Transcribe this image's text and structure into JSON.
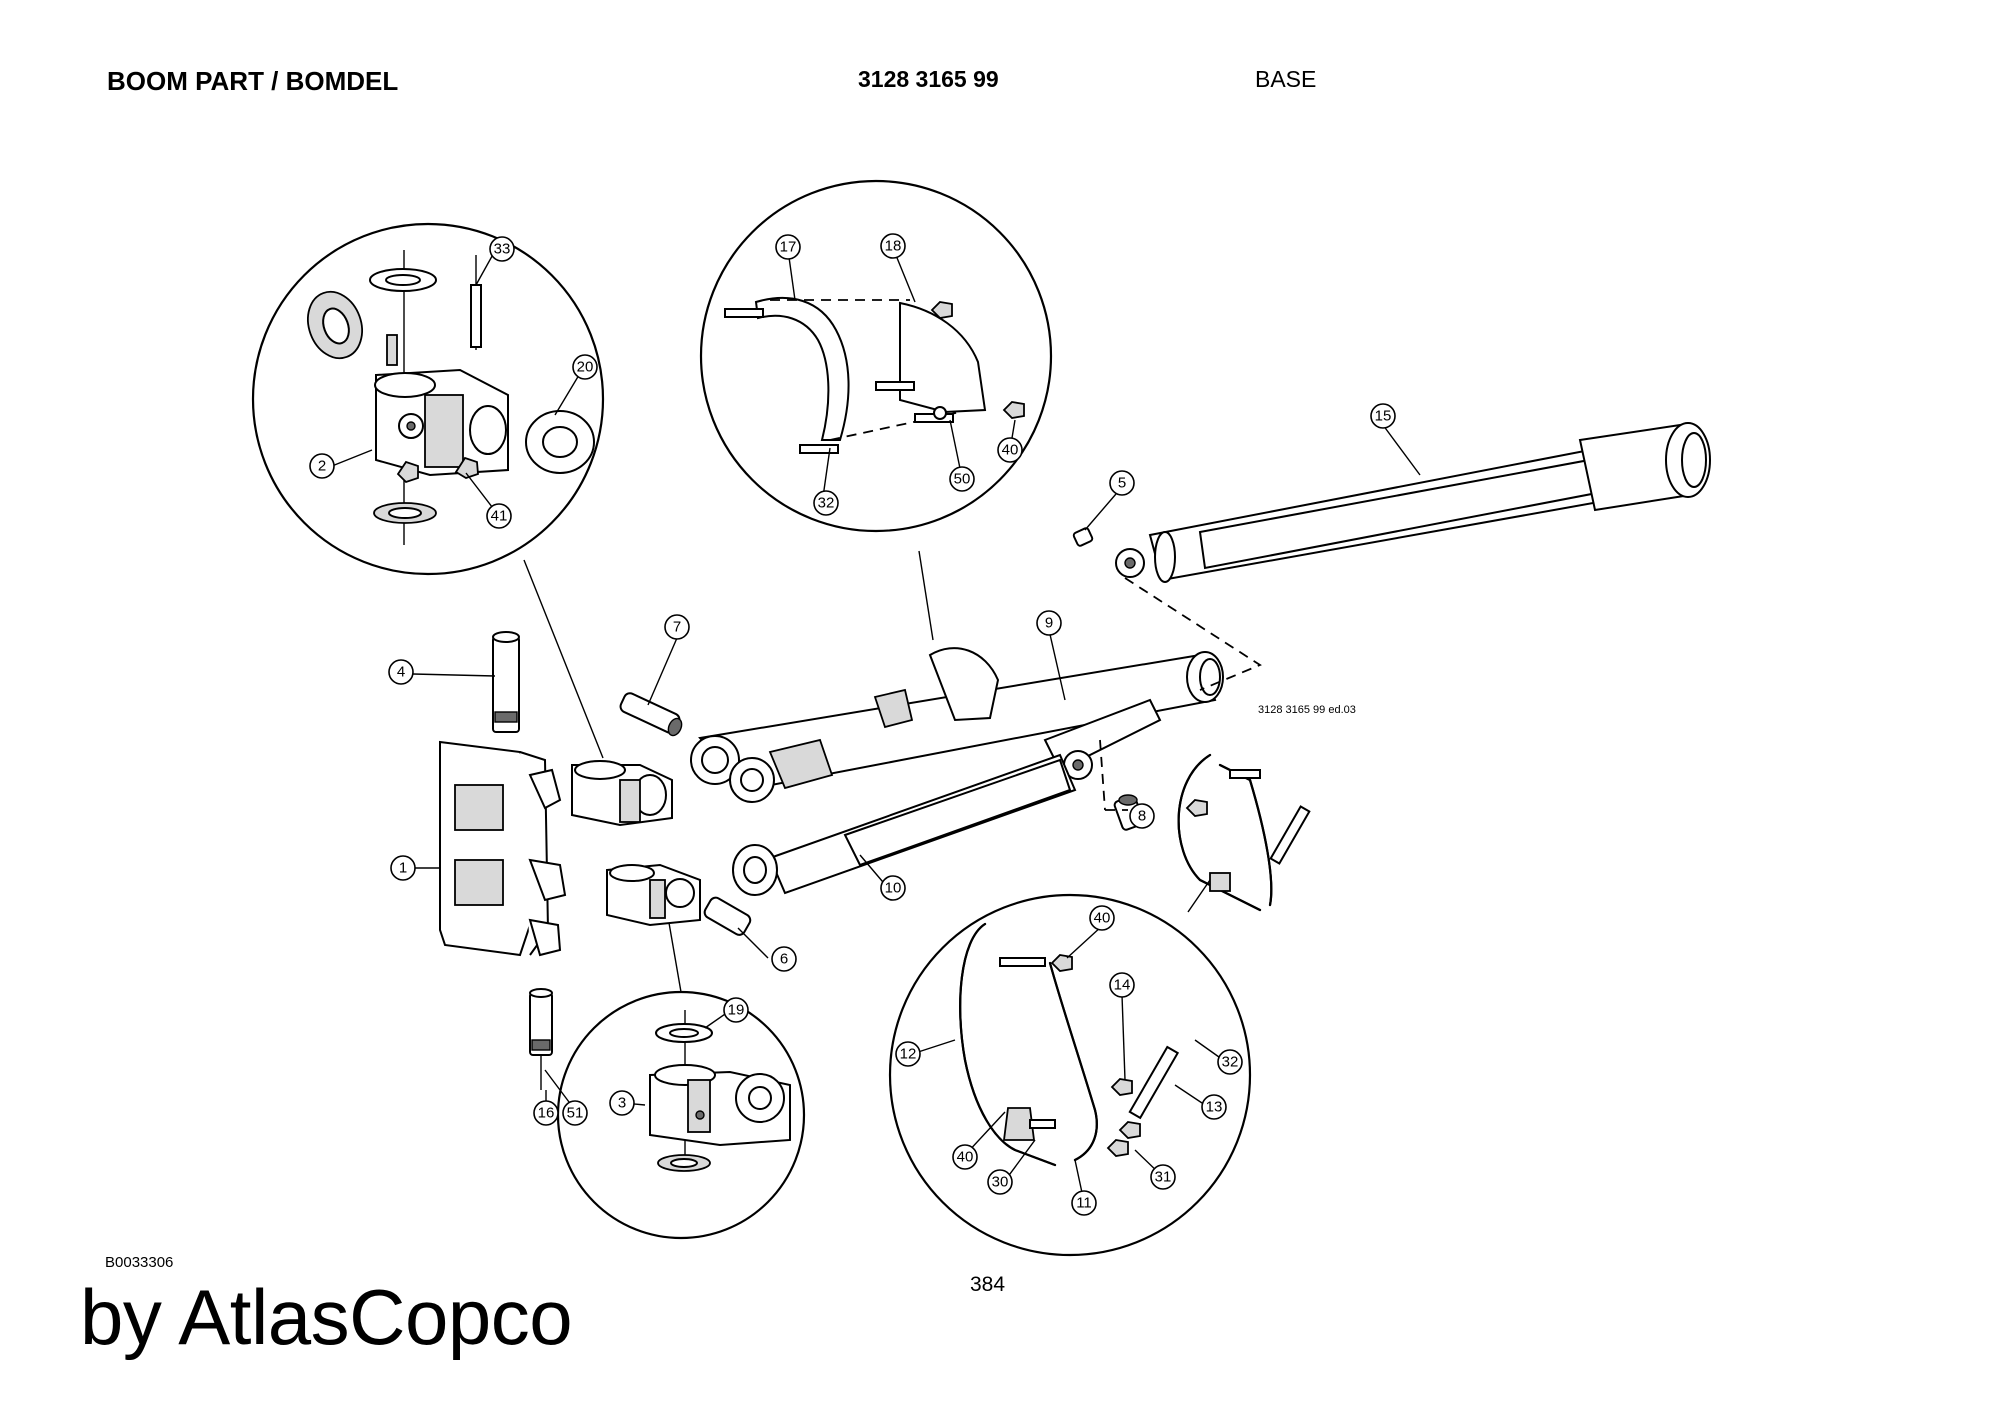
{
  "header": {
    "title": "BOOM PART / BOMDEL",
    "part_number": "3128 3165 99",
    "section": "BASE"
  },
  "drawing_note": "3128 3165 99 ed.03",
  "footer": {
    "reference": "B0033306",
    "page_number": "384",
    "brand": "by AtlasCopco"
  },
  "callouts": [
    "1",
    "2",
    "3",
    "4",
    "5",
    "6",
    "7",
    "8",
    "9",
    "10",
    "11",
    "12",
    "13",
    "14",
    "15",
    "16",
    "17",
    "18",
    "19",
    "20",
    "30",
    "31",
    "32",
    "33",
    "40",
    "41",
    "50",
    "51"
  ]
}
